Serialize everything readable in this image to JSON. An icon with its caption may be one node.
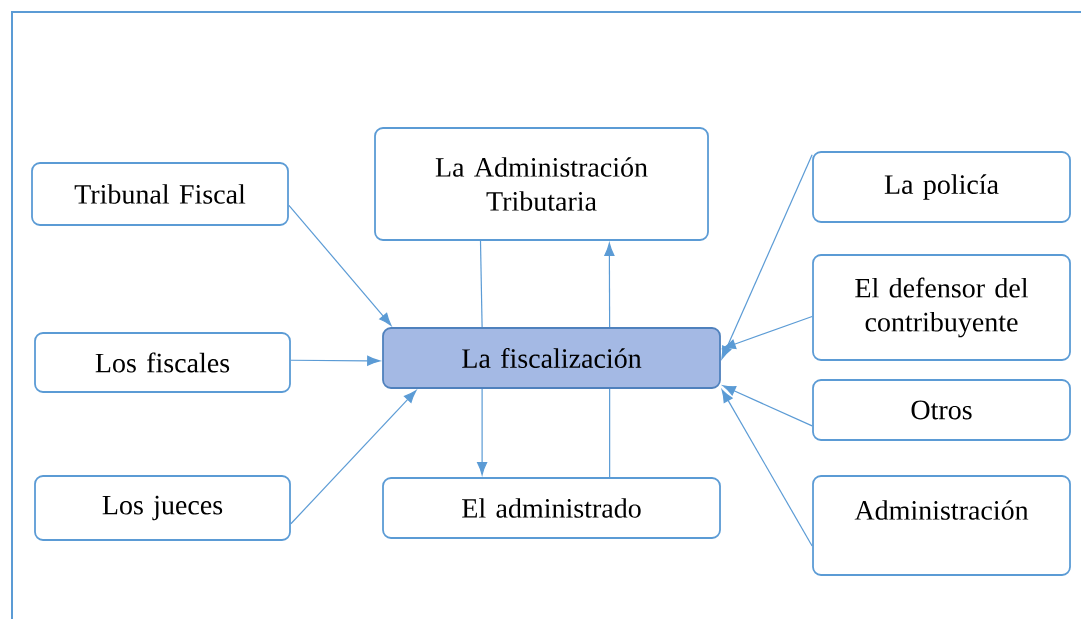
{
  "diagram": {
    "nodes": [
      {
        "text": [
          "Tribunal Fiscal"
        ]
      },
      {
        "text": [
          "La Administración Tributaria"
        ]
      },
      {
        "text": [
          "La policía"
        ]
      },
      {
        "text": [
          "Los fiscales"
        ]
      },
      {
        "text": [
          "La fiscalización"
        ]
      },
      {
        "text": [
          "El defensor del contribuyente"
        ]
      },
      {
        "text": [
          "Otros"
        ]
      },
      {
        "text": [
          "Los jueces"
        ]
      },
      {
        "text": [
          "El administrado"
        ]
      },
      {
        "text": [
          "Administración"
        ]
      }
    ],
    "edges": [
      {
        "from": 0,
        "to": 4,
        "arrow": "to"
      },
      {
        "from": 3,
        "to": 4,
        "arrow": "to"
      },
      {
        "from": 7,
        "to": 4,
        "arrow": "to"
      },
      {
        "from": 1,
        "to": 4,
        "arrow": "none"
      },
      {
        "from": 4,
        "to": 8,
        "arrow": "to"
      },
      {
        "from": 8,
        "to": 4,
        "arrow": "none"
      },
      {
        "from": 4,
        "to": 1,
        "arrow": "to"
      },
      {
        "from": 2,
        "to": 4,
        "arrow": "to"
      },
      {
        "from": 5,
        "to": 4,
        "arrow": "to"
      },
      {
        "from": 6,
        "to": 4,
        "arrow": "to"
      },
      {
        "from": 9,
        "to": 4,
        "arrow": "to"
      }
    ]
  }
}
